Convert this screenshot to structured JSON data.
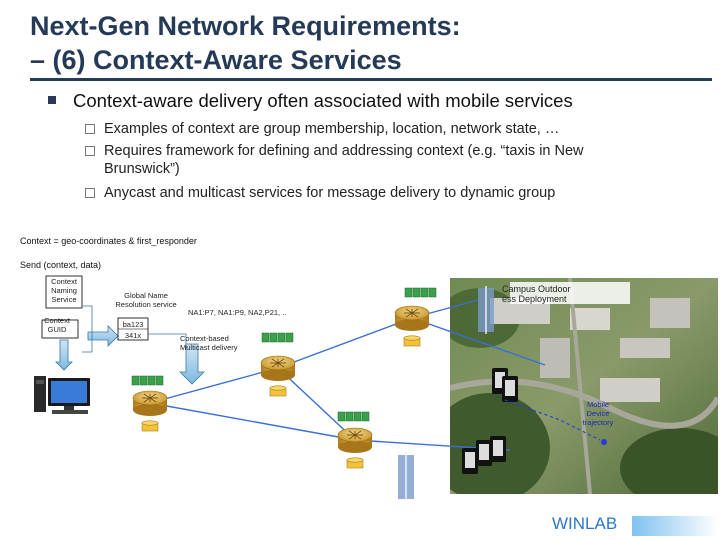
{
  "slide": {
    "title_line1": "Next-Gen Network Requirements:",
    "title_line2": "– (6) Context-Aware Services",
    "main_bullet": "Context-aware delivery often associated with mobile services",
    "sub_bullets": [
      "Examples of context are group membership, location, network state, …",
      "Requires framework for defining and addressing context (e.g. “taxis in New Brunswick”)",
      "Anycast and multicast services for message delivery to dynamic group"
    ],
    "footer_brand": "WINLAB"
  },
  "diagram": {
    "context_def": "Context = geo-coordinates & first_responder",
    "send_call": "Send (context, data)",
    "context_naming_service": "Context Naming Service",
    "context_guid": "Context GUID",
    "global_name_resolution": "Global Name Resolution service",
    "na_list": "NA1:P7, NA1:P9, NA2,P21, ..",
    "guid_value_1": "ba123",
    "guid_value_2": "341x",
    "context_multicast": "Context-based Multicast delivery",
    "photo_caption": "Campus Outdoor ess Deployment",
    "mobile_device_trajectory": "Mobile Device trajectory"
  },
  "colors": {
    "title": "#243a56",
    "accent": "#2a78c8",
    "router": "#c89a2a",
    "link_blue": "#3a6fd8",
    "flow_arrow": "#58a8d8"
  }
}
